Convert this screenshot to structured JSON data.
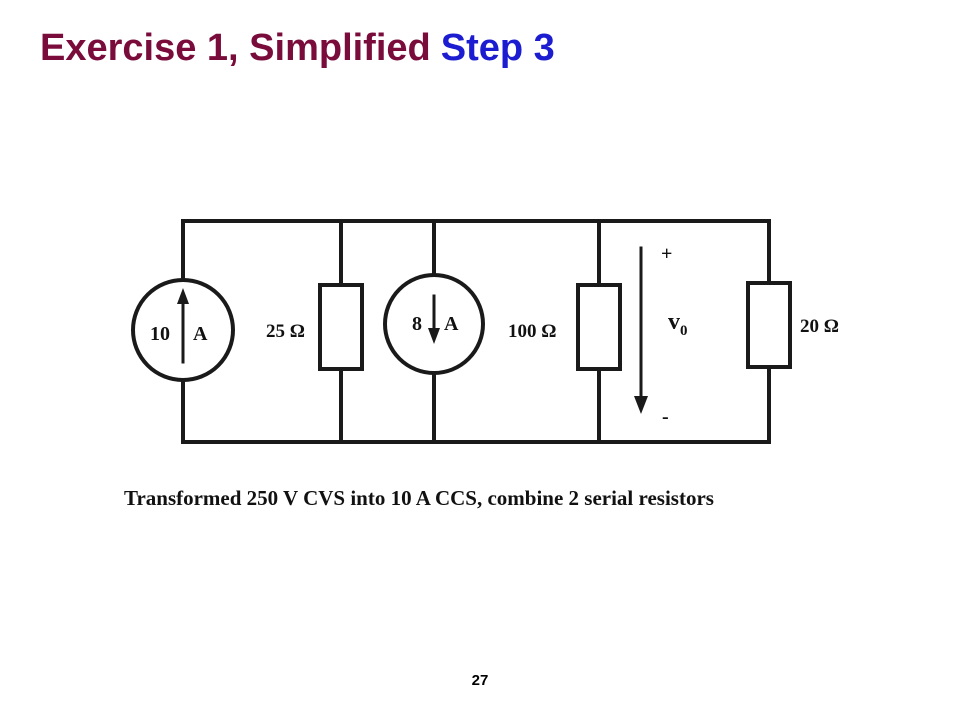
{
  "slide": {
    "title": "Exercise 1, Simplified",
    "step": "Step 3",
    "caption": "Transformed 250 V CVS into 10 A CCS, combine 2 serial resistors",
    "page_number": "27"
  },
  "circuit": {
    "source1": {
      "value": "10",
      "unit": "A"
    },
    "resistor1": "25 Ω",
    "source2": {
      "value": "8",
      "unit": "A"
    },
    "resistor2": "100 Ω",
    "voltage": {
      "plus": "+",
      "label": "v",
      "subscript": "0",
      "minus": "-"
    },
    "resistor3": "20 Ω"
  },
  "colors": {
    "title": "#7a0c3c",
    "step": "#1c1cd0",
    "wire": "#1a1a1a"
  }
}
